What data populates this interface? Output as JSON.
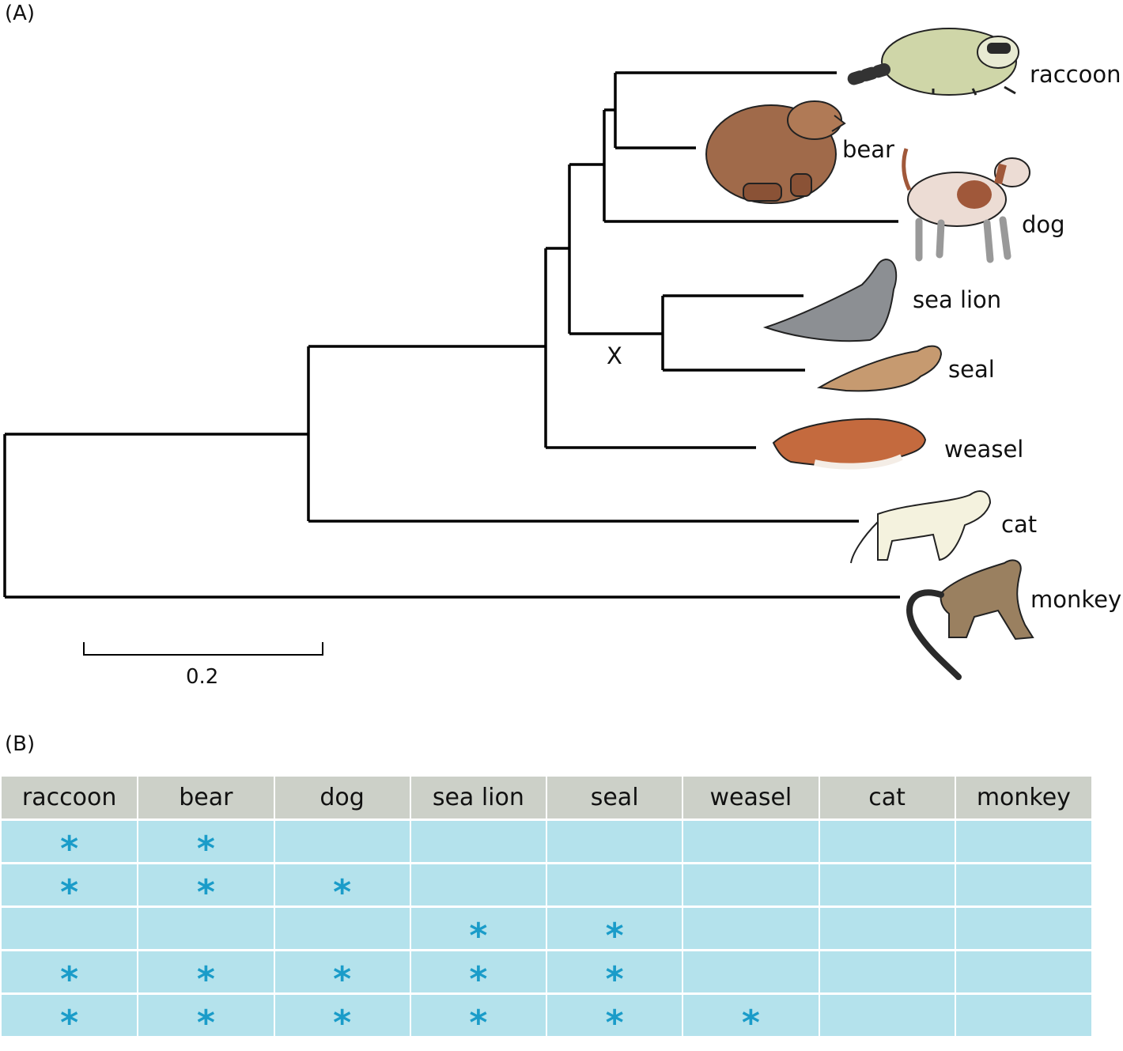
{
  "panels": {
    "a_label": "(A)",
    "b_label": "(B)"
  },
  "tree": {
    "taxa": [
      "raccoon",
      "bear",
      "dog",
      "sea lion",
      "seal",
      "weasel",
      "cat",
      "monkey"
    ],
    "node_label": "X",
    "scale_bar_label": "0.2"
  },
  "icons": [
    "raccoon-icon",
    "bear-icon",
    "dog-icon",
    "sea-lion-icon",
    "seal-icon",
    "weasel-icon",
    "cat-icon",
    "monkey-icon"
  ],
  "table": {
    "headers": [
      "raccoon",
      "bear",
      "dog",
      "sea lion",
      "seal",
      "weasel",
      "cat",
      "monkey"
    ],
    "rows": [
      [
        "*",
        "*",
        "",
        "",
        "",
        "",
        "",
        ""
      ],
      [
        "*",
        "*",
        "*",
        "",
        "",
        "",
        "",
        ""
      ],
      [
        "",
        "",
        "",
        "*",
        "*",
        "",
        "",
        ""
      ],
      [
        "*",
        "*",
        "*",
        "*",
        "*",
        "",
        "",
        ""
      ],
      [
        "*",
        "*",
        "*",
        "*",
        "*",
        "*",
        "",
        ""
      ]
    ]
  },
  "colors": {
    "header_bg": "#ccd0c8",
    "cell_bg": "#b4e2ec",
    "star": "#1a9cc9"
  }
}
